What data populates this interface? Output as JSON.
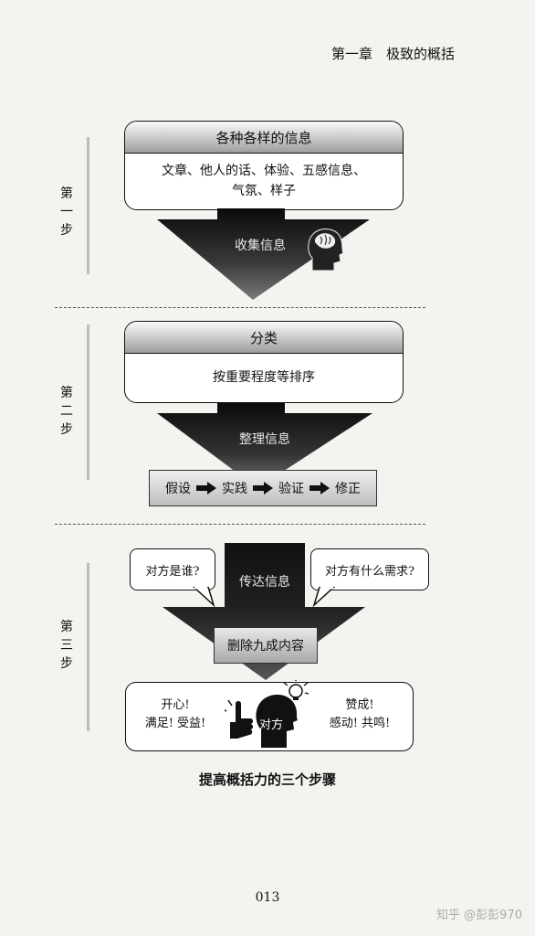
{
  "header": {
    "chapter_title": "第一章　极致的概括"
  },
  "steps": [
    {
      "label": "第一步"
    },
    {
      "label": "第二步"
    },
    {
      "label": "第三步"
    }
  ],
  "step1": {
    "box_header": "各种各样的信息",
    "box_body_line1": "文章、他人的话、体验、五感信息、",
    "box_body_line2": "气氛、样子",
    "arrow_label": "收集信息"
  },
  "step2": {
    "box_header": "分类",
    "box_body": "按重要程度等排序",
    "arrow_label": "整理信息",
    "process_items": [
      "假设",
      "实践",
      "验证",
      "修正"
    ]
  },
  "step3": {
    "bubble_left": "对方是谁?",
    "bubble_right": "对方有什么需求?",
    "arrow_label": "传达信息",
    "delete_label": "删除九成内容",
    "result_left_line1": "开心!",
    "result_left_line2": "满足! 受益!",
    "result_center": "对方",
    "result_right_line1": "赞成!",
    "result_right_line2": "感动! 共鸣!"
  },
  "caption": "提高概括力的三个步骤",
  "page_number": "013",
  "watermark": "知乎 @彭彭970",
  "icons": {
    "brain_head": "head-with-brain-icon",
    "lightbulb_head": "head-with-lightbulb-icon",
    "thumbs_up": "thumbs-up-icon",
    "process_arrow": "right-arrow-icon"
  }
}
